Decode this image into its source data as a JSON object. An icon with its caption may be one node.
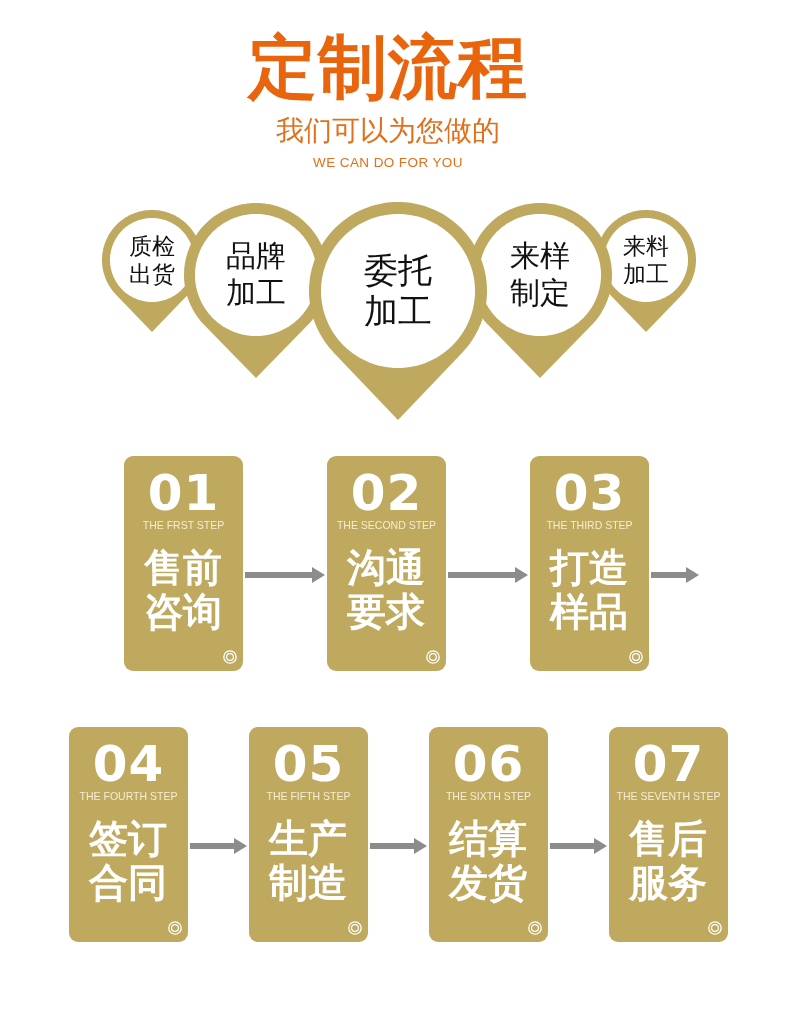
{
  "diagram": {
    "title": "定制流程",
    "nodes": [
      {
        "text": [
          "质检出货"
        ]
      },
      {
        "text": [
          "品牌加工"
        ]
      },
      {
        "text": [
          "委托加工"
        ]
      },
      {
        "text": [
          "来样制定"
        ]
      },
      {
        "text": [
          "来料加工"
        ]
      },
      {
        "text": [
          "01",
          "THE FRST STEP",
          "售前咨询"
        ]
      },
      {
        "text": [
          "02",
          "THE SECOND STEP",
          "沟通要求"
        ]
      },
      {
        "text": [
          "03",
          "THE THIRD STEP",
          "打造样品"
        ]
      },
      {
        "text": [
          "04",
          "THE FOURTH STEP",
          "签订合同"
        ]
      },
      {
        "text": [
          "05",
          "THE FIFTH STEP",
          "生产制造"
        ]
      },
      {
        "text": [
          "06",
          "THE SIXTH STEP",
          "结算发货"
        ]
      },
      {
        "text": [
          "07",
          "THE SEVENTH STEP",
          "售后服务"
        ]
      }
    ],
    "edges": [
      {
        "from": 5,
        "to": 6,
        "arrow": "to"
      },
      {
        "from": 6,
        "to": 7,
        "arrow": "to"
      },
      {
        "from": 7,
        "to": null,
        "arrow": "to"
      },
      {
        "from": 8,
        "to": 9,
        "arrow": "to"
      },
      {
        "from": 9,
        "to": 10,
        "arrow": "to"
      },
      {
        "from": 10,
        "to": 11,
        "arrow": "to"
      }
    ],
    "labels": [
      "我们可以为您做的",
      "WE CAN DO FOR YOU"
    ]
  }
}
